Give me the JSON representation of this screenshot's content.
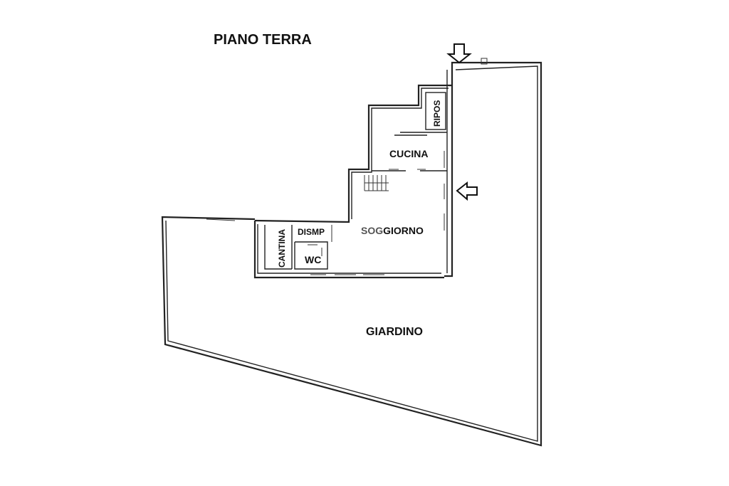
{
  "title": "PIANO TERRA",
  "rooms": {
    "ripos": "RIPOS",
    "cucina": "CUCINA",
    "soggiorno_a": "SOG",
    "soggiorno_b": "GIORNO",
    "disimp": "DISMP",
    "cantina": "CANTINA",
    "wc": "WC",
    "giardino": "GIARDINO"
  },
  "icons": {
    "entrance_top": "arrow-down-icon",
    "entrance_side": "arrow-left-icon"
  }
}
